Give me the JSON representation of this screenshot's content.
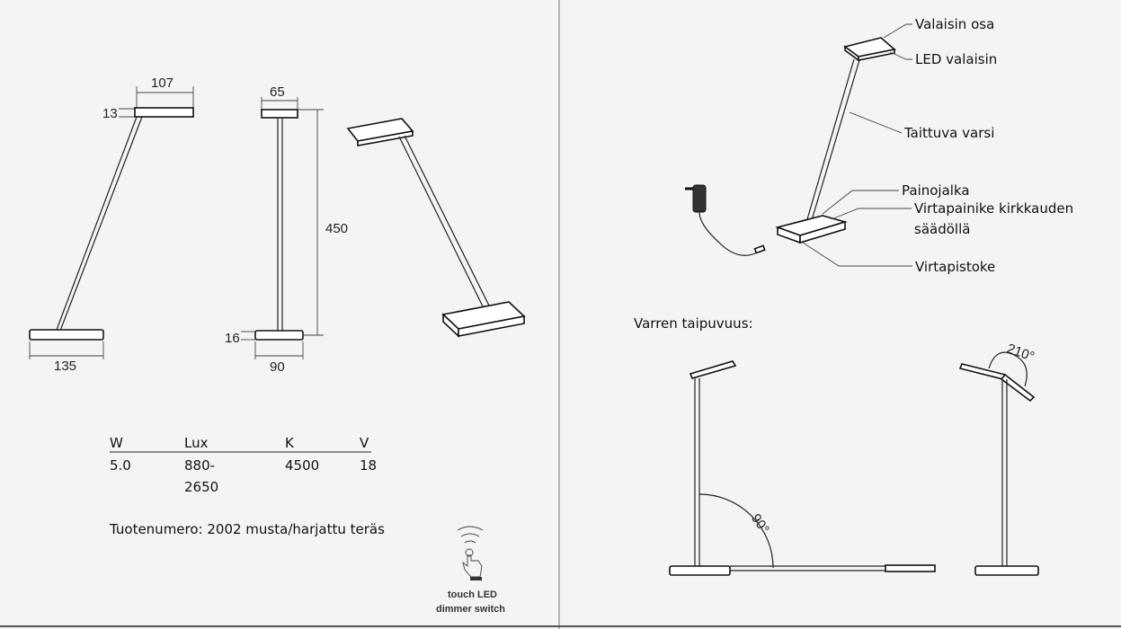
{
  "dimensions": {
    "head_width": "107",
    "head_height": "13",
    "base_width": "135",
    "side_head_width": "65",
    "height": "450",
    "base_height": "16",
    "base_depth": "90"
  },
  "specs": {
    "headers": [
      "W",
      "Lux",
      "K",
      "V"
    ],
    "values": [
      "5.0",
      "880-",
      "4500",
      "18"
    ],
    "lux_continuation": "2650"
  },
  "product_number": "Tuotenumero: 2002 musta/harjattu teräs",
  "touch_icon": {
    "icon": "touch-hand-icon",
    "line1": "touch LED",
    "line2": "dimmer switch"
  },
  "parts": {
    "head": "Valaisin osa",
    "led": "LED valaisin",
    "arm": "Taittuva varsi",
    "base": "Painojalka",
    "switch_line1": "Virtapainike kirkkauden",
    "switch_line2": "säädöllä",
    "socket": "Virtapistoke"
  },
  "flex": {
    "title": "Varren taipuvuus:",
    "angle1": "90°",
    "angle2": "210°"
  }
}
